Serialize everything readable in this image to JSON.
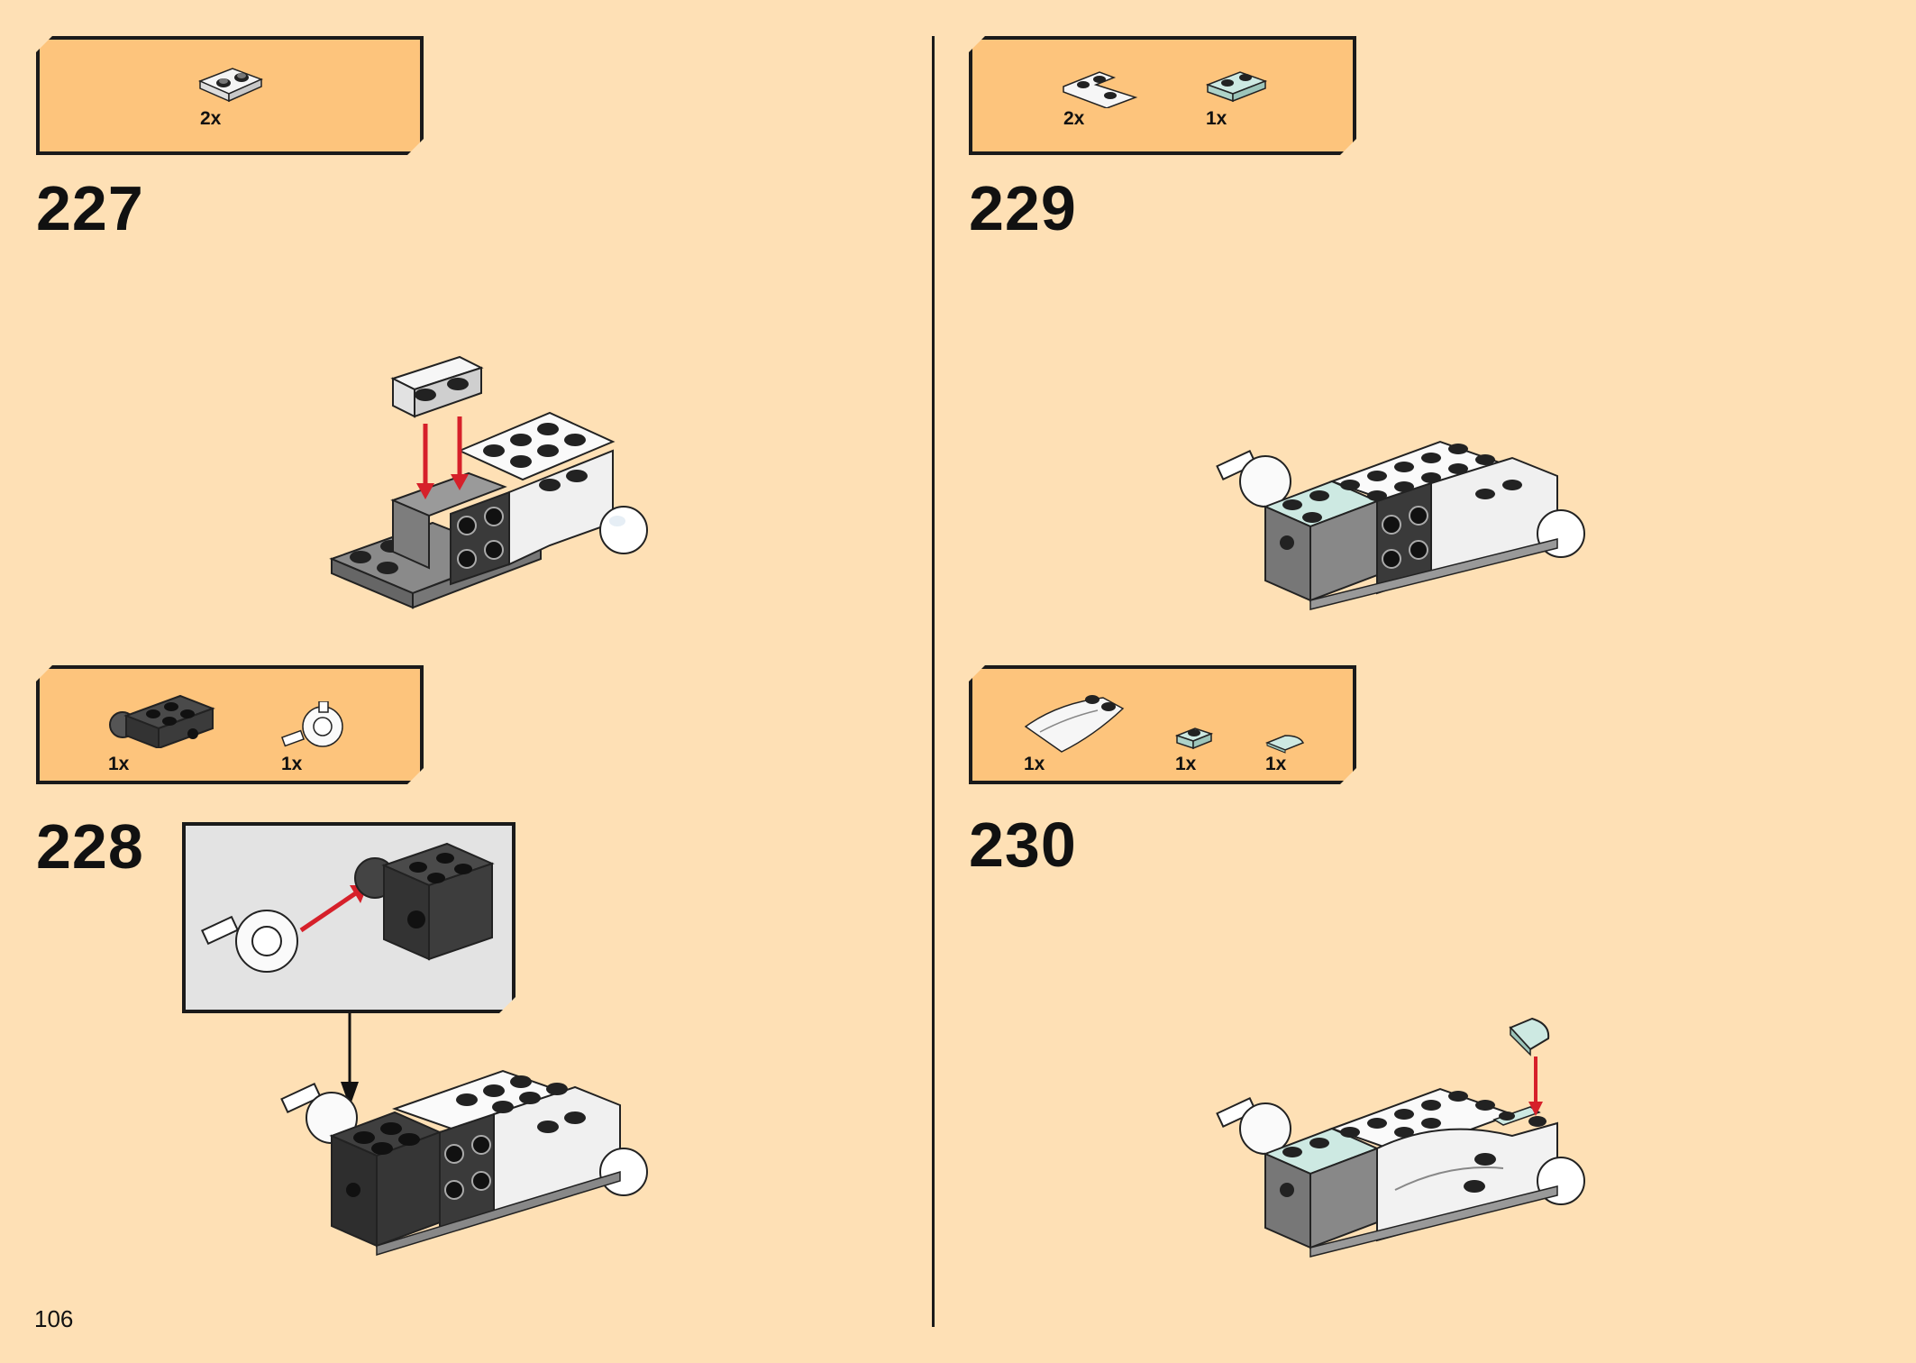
{
  "page_number": "106",
  "steps": [
    {
      "number": "227",
      "parts": [
        {
          "icon": "white-bracket-plate-icon",
          "qty": "2x"
        }
      ]
    },
    {
      "number": "228",
      "parts": [
        {
          "icon": "dark-gray-technic-brick-with-ball-socket-icon",
          "qty": "1x"
        },
        {
          "icon": "white-ball-joint-connector-icon",
          "qty": "1x"
        }
      ]
    },
    {
      "number": "229",
      "parts": [
        {
          "icon": "white-corner-plate-icon",
          "qty": "2x"
        },
        {
          "icon": "light-aqua-plate-1x2-icon",
          "qty": "1x"
        }
      ]
    },
    {
      "number": "230",
      "parts": [
        {
          "icon": "white-curved-wedge-plate-icon",
          "qty": "1x"
        },
        {
          "icon": "light-aqua-plate-1x1-icon",
          "qty": "1x"
        },
        {
          "icon": "light-aqua-quarter-tile-icon",
          "qty": "1x"
        }
      ]
    }
  ],
  "colors": {
    "page_background": "#fee0b5",
    "parts_box": "#fdc47c",
    "arrow": "#d6202a",
    "callout_background": "#e3e3e3"
  }
}
